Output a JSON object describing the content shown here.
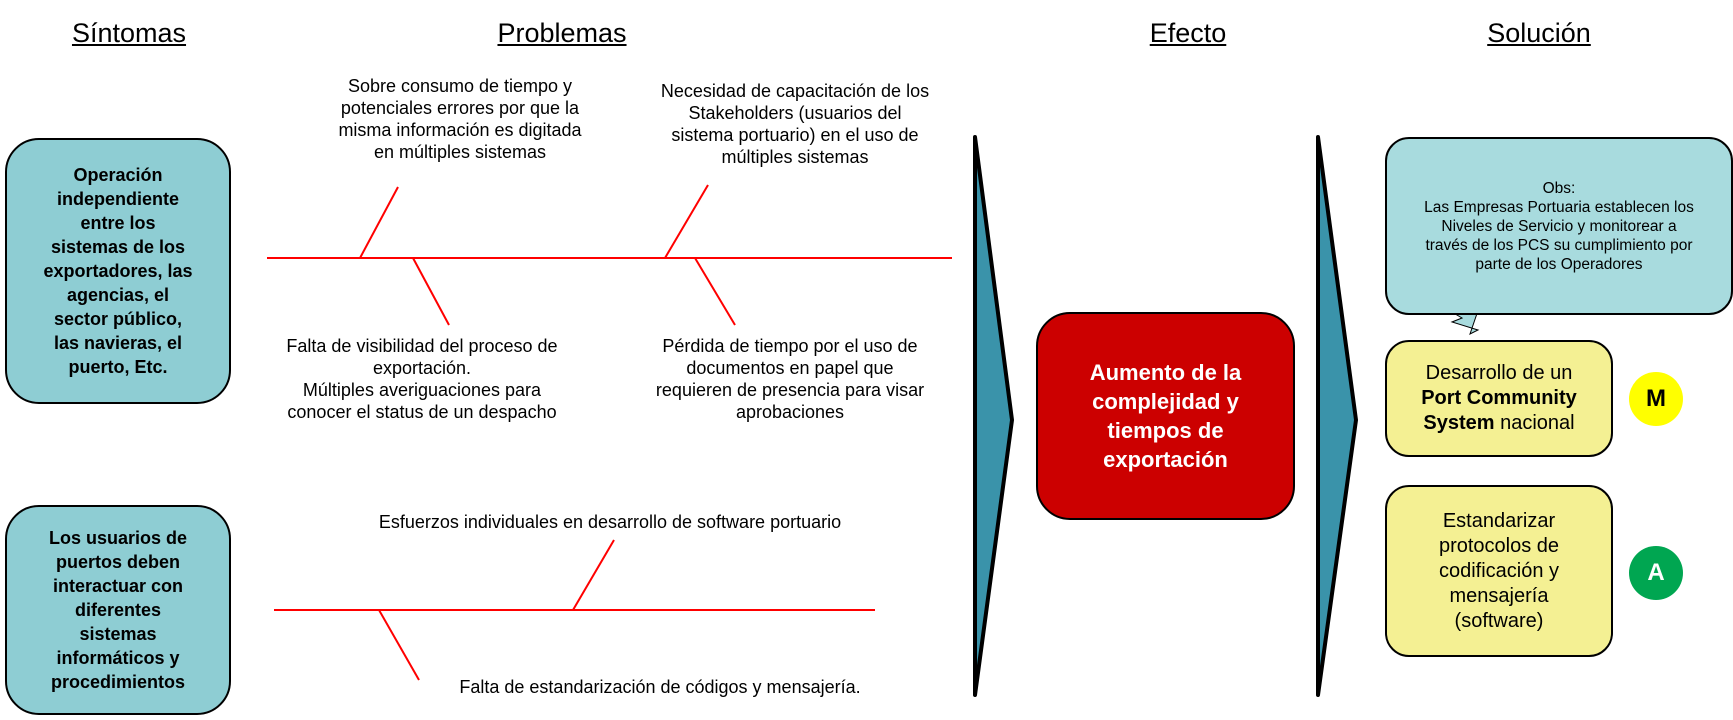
{
  "headers": {
    "sintomas": "Síntomas",
    "problemas": "Problemas",
    "efecto": "Efecto",
    "solucion": "Solución"
  },
  "symptoms": [
    {
      "lines": [
        "Operación",
        "independiente",
        "entre los",
        "sistemas de los",
        "exportadores, las",
        "agencias, el",
        "sector público,",
        "las navieras, el",
        "puerto, Etc."
      ]
    },
    {
      "lines": [
        "Los usuarios de",
        "puertos deben",
        "interactuar con",
        "diferentes",
        "sistemas",
        "informáticos y",
        "procedimientos"
      ]
    }
  ],
  "problems": {
    "top_left": [
      "Sobre consumo de tiempo y",
      "potenciales errores por que la",
      "misma información es digitada",
      "en múltiples sistemas"
    ],
    "top_right": [
      "Necesidad de capacitación de los",
      "Stakeholders (usuarios del",
      "sistema portuario) en el uso de",
      "múltiples sistemas"
    ],
    "bottom_left": [
      "Falta de visibilidad del proceso de",
      "exportación.",
      "Múltiples averiguaciones para",
      "conocer el status de un despacho"
    ],
    "bottom_right": [
      "Pérdida de tiempo por el uso de",
      "documentos en papel que",
      "requieren de presencia para visar",
      "aprobaciones"
    ],
    "second_top": [
      "Esfuerzos individuales en desarrollo de software portuario"
    ],
    "second_bottom": [
      "Falta de estandarización de códigos y mensajería."
    ]
  },
  "effect": {
    "lines": [
      "Aumento de la",
      "complejidad y",
      "tiempos de",
      "exportación"
    ]
  },
  "solution": {
    "obs": [
      "Obs:",
      "Las Empresas Portuaria establecen los",
      "Niveles de Servicio y monitorear a",
      "través de los PCS su cumplimiento por",
      "parte de los Operadores"
    ],
    "pcs": {
      "line1": "Desarrollo de un",
      "bold1": "Port Community",
      "bold2": "System",
      "tail": " nacional"
    },
    "std": [
      "Estandarizar",
      "protocolos de",
      "codificación y",
      "mensajería",
      "(software)"
    ],
    "badge_m": "M",
    "badge_a": "A"
  },
  "colors": {
    "line": "#ff0000",
    "symptom_fill": "#8ecdd3",
    "effect_fill": "#cc0000",
    "obs_fill": "#a8dbde",
    "solution_fill": "#f4f093",
    "arrow_fill": "#3a93aa",
    "badge_m": "#ffff00",
    "badge_a": "#00a651"
  }
}
